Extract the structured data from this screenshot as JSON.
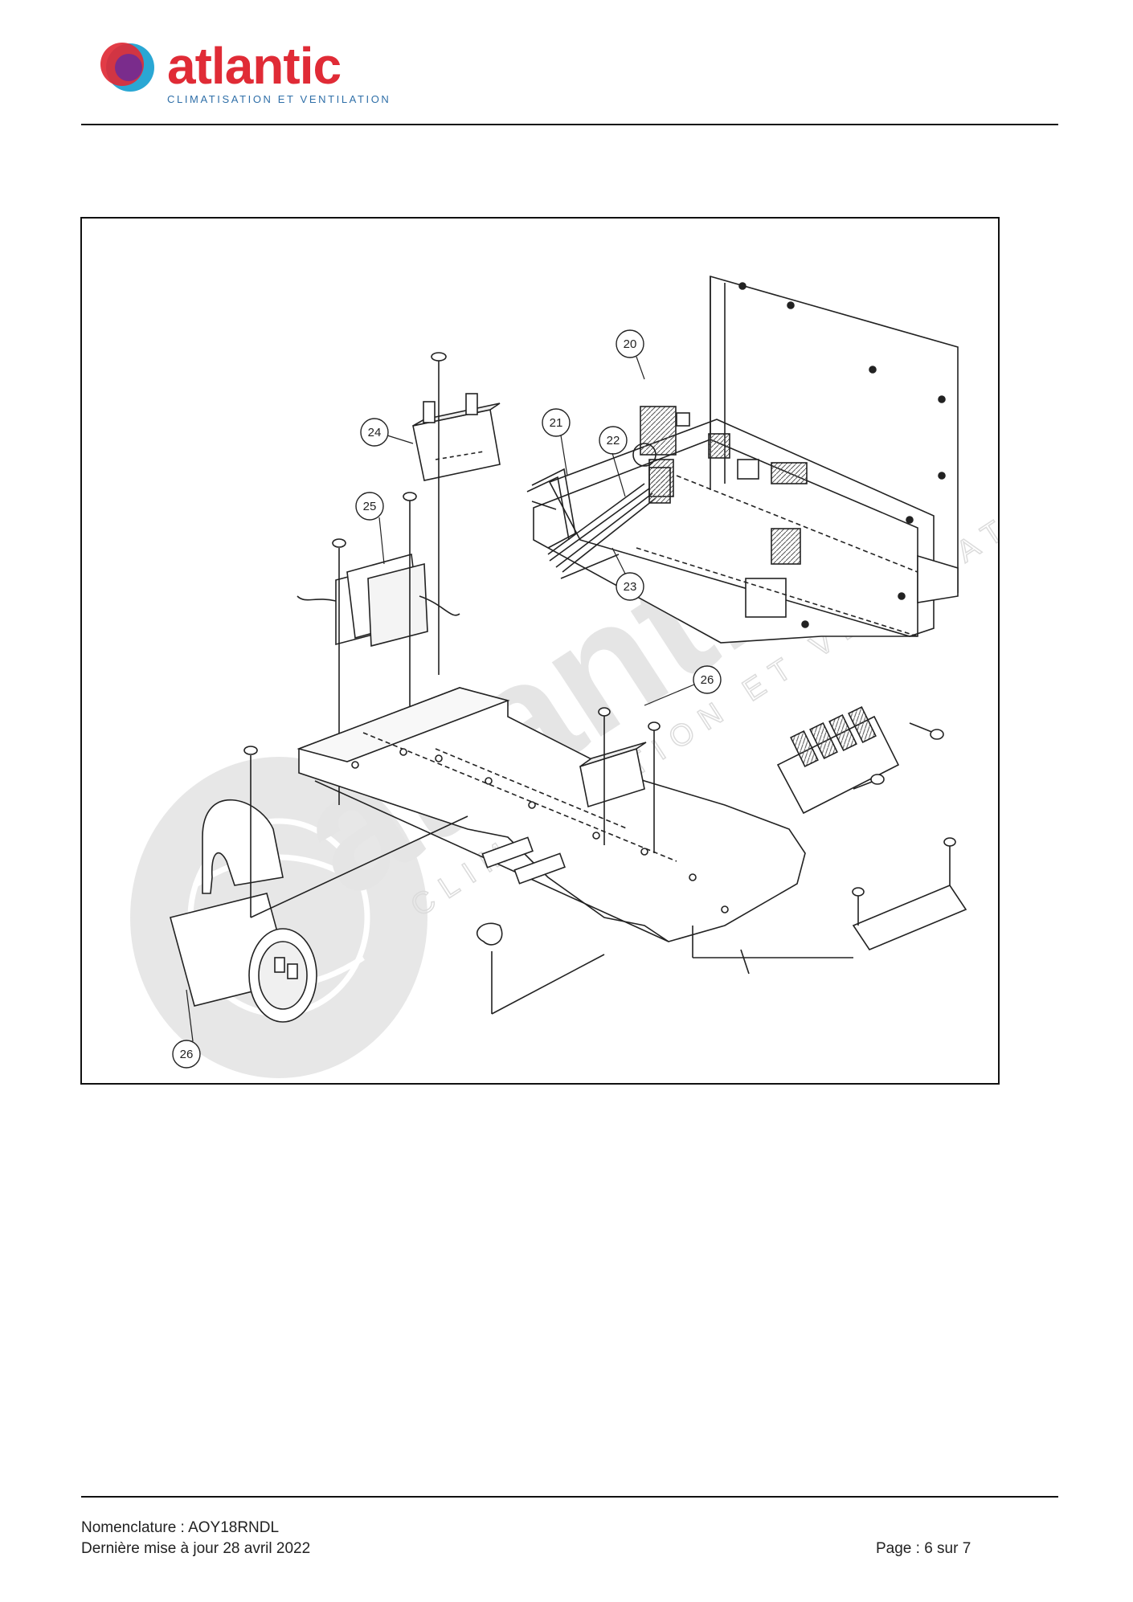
{
  "header": {
    "brand": "atlantic",
    "tagline": "CLIMATISATION ET VENTILATION",
    "colors": {
      "brand_red": "#e02b36",
      "brand_blue": "#2aa7d4",
      "brand_purple": "#7a2c8c",
      "tagline_blue": "#2f6fa8"
    }
  },
  "diagram": {
    "callouts": [
      "20",
      "21",
      "22",
      "23",
      "24",
      "25",
      "26",
      "26"
    ],
    "watermark": {
      "brand": "atlantic",
      "tagline": "CLIMATISATION ET VENTILATION"
    }
  },
  "footer": {
    "nomenclature": "Nomenclature : AOY18RNDL",
    "updated": "Dernière mise à jour 28 avril 2022",
    "page": "Page : 6 sur 7"
  }
}
